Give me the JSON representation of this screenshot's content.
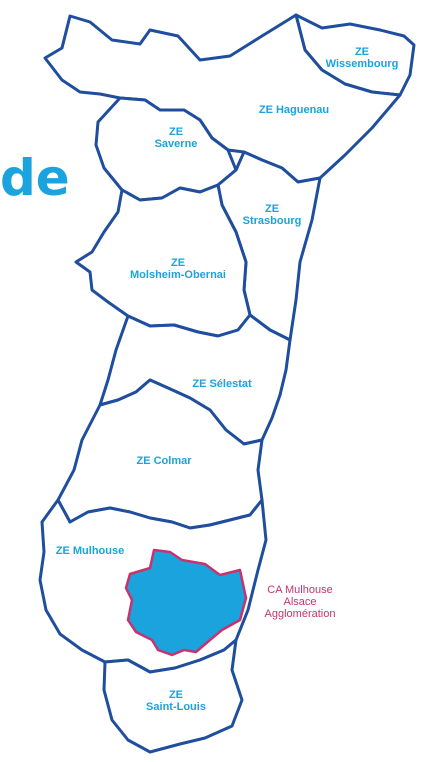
{
  "colors": {
    "zone_border": "#1f4e9e",
    "label": "#1aa3dc",
    "ca_fill": "#1aa3dc",
    "ca_border": "#c8336d",
    "ca_label": "#c8336d"
  },
  "background_text": "de",
  "zones": [
    {
      "id": "wissembourg",
      "line1": "ZE",
      "line2": "Wissembourg"
    },
    {
      "id": "haguenau",
      "line1": "ZE Haguenau",
      "line2": ""
    },
    {
      "id": "saverne",
      "line1": "ZE",
      "line2": "Saverne"
    },
    {
      "id": "strasbourg",
      "line1": "ZE",
      "line2": "Strasbourg"
    },
    {
      "id": "molsheim-obernai",
      "line1": "ZE",
      "line2": "Molsheim-Obernai"
    },
    {
      "id": "selestat",
      "line1": "ZE Sélestat",
      "line2": ""
    },
    {
      "id": "colmar",
      "line1": "ZE Colmar",
      "line2": ""
    },
    {
      "id": "mulhouse",
      "line1": "ZE Mulhouse",
      "line2": ""
    },
    {
      "id": "saint-louis",
      "line1": "ZE",
      "line2": "Saint-Louis"
    }
  ],
  "agglomeration": {
    "line1": "CA Mulhouse",
    "line2": "Alsace",
    "line3": "Agglomération"
  }
}
